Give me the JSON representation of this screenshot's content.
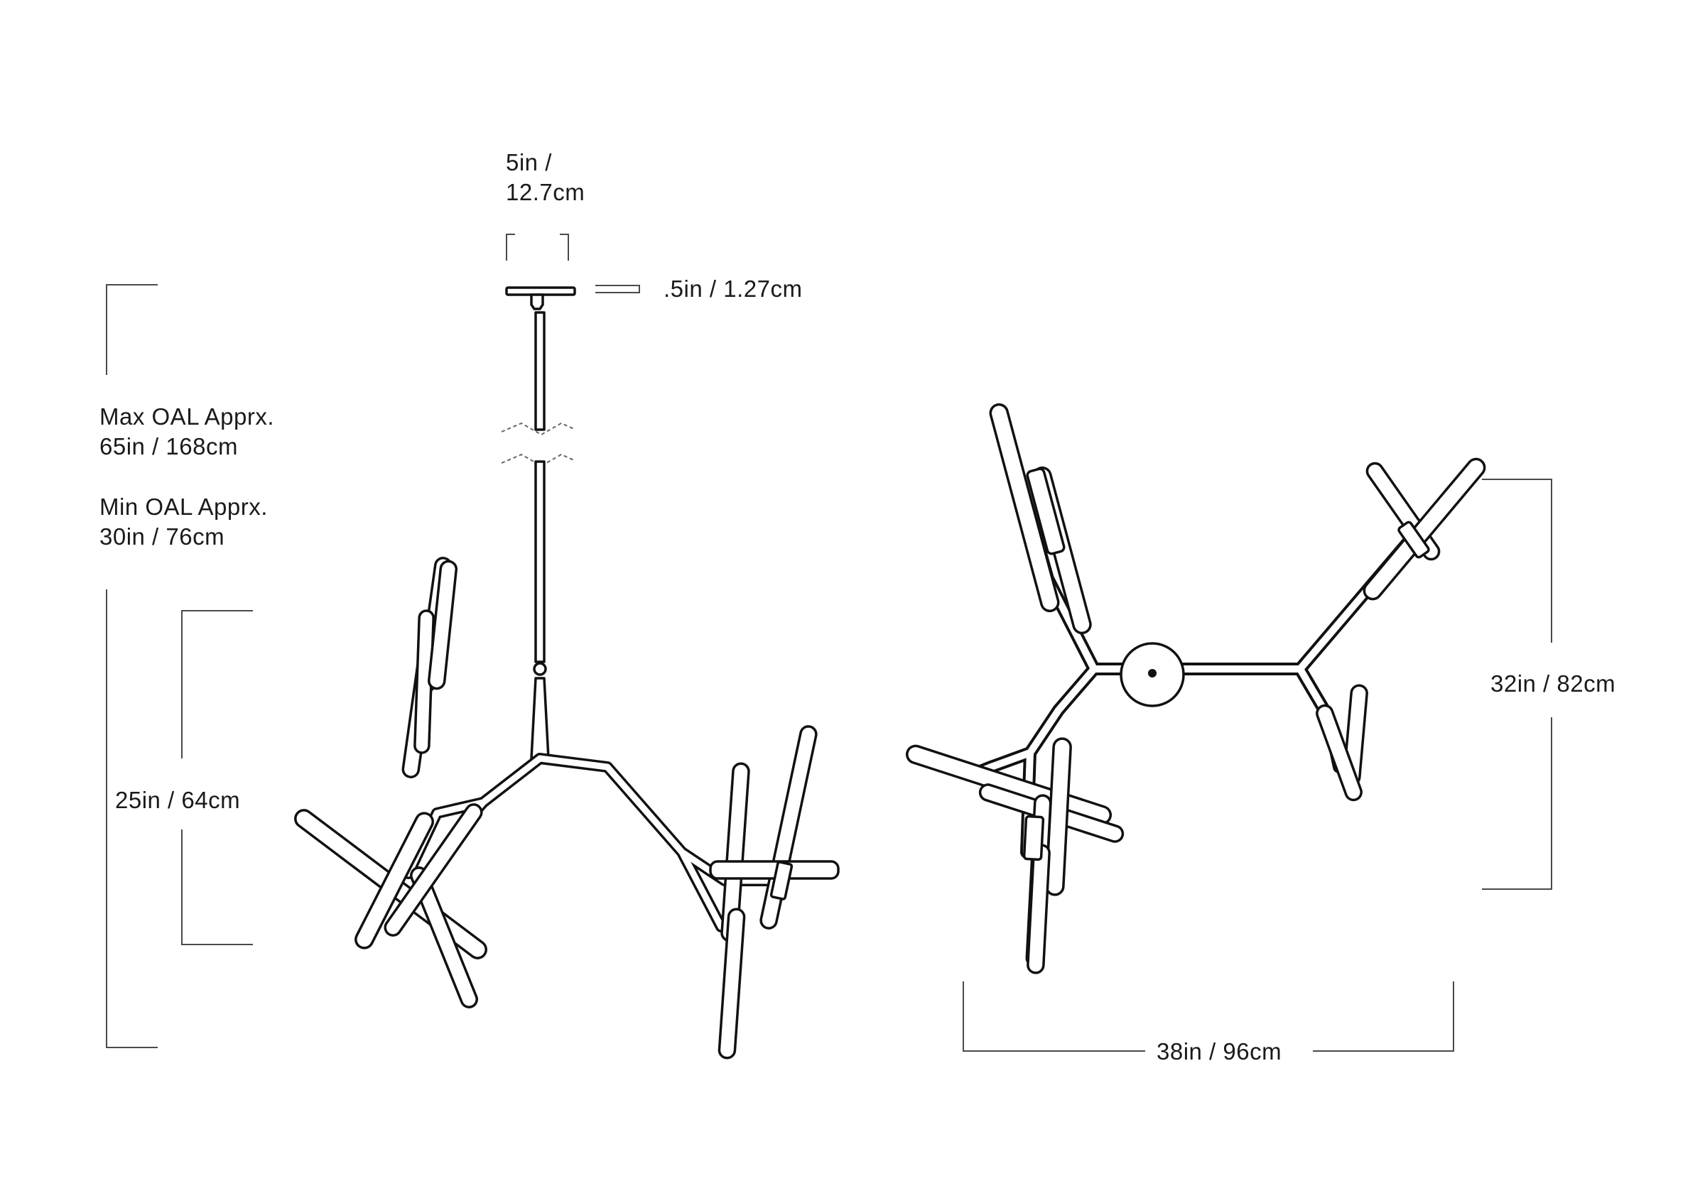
{
  "dimensions": {
    "canopy_width": {
      "line1": "5in /",
      "line2": "12.7cm"
    },
    "canopy_height": ".5in / 1.27cm",
    "max_oal": {
      "line1": "Max OAL Apprx.",
      "line2": "65in / 168cm"
    },
    "min_oal": {
      "line1": "Min OAL Apprx.",
      "line2": "30in / 76cm"
    },
    "fixture_height": "25in / 64cm",
    "depth": "32in / 82cm",
    "width": "38in / 96cm"
  },
  "colors": {
    "line": "#111111",
    "dimension_line": "#4a4a4a",
    "background": "#ffffff"
  }
}
